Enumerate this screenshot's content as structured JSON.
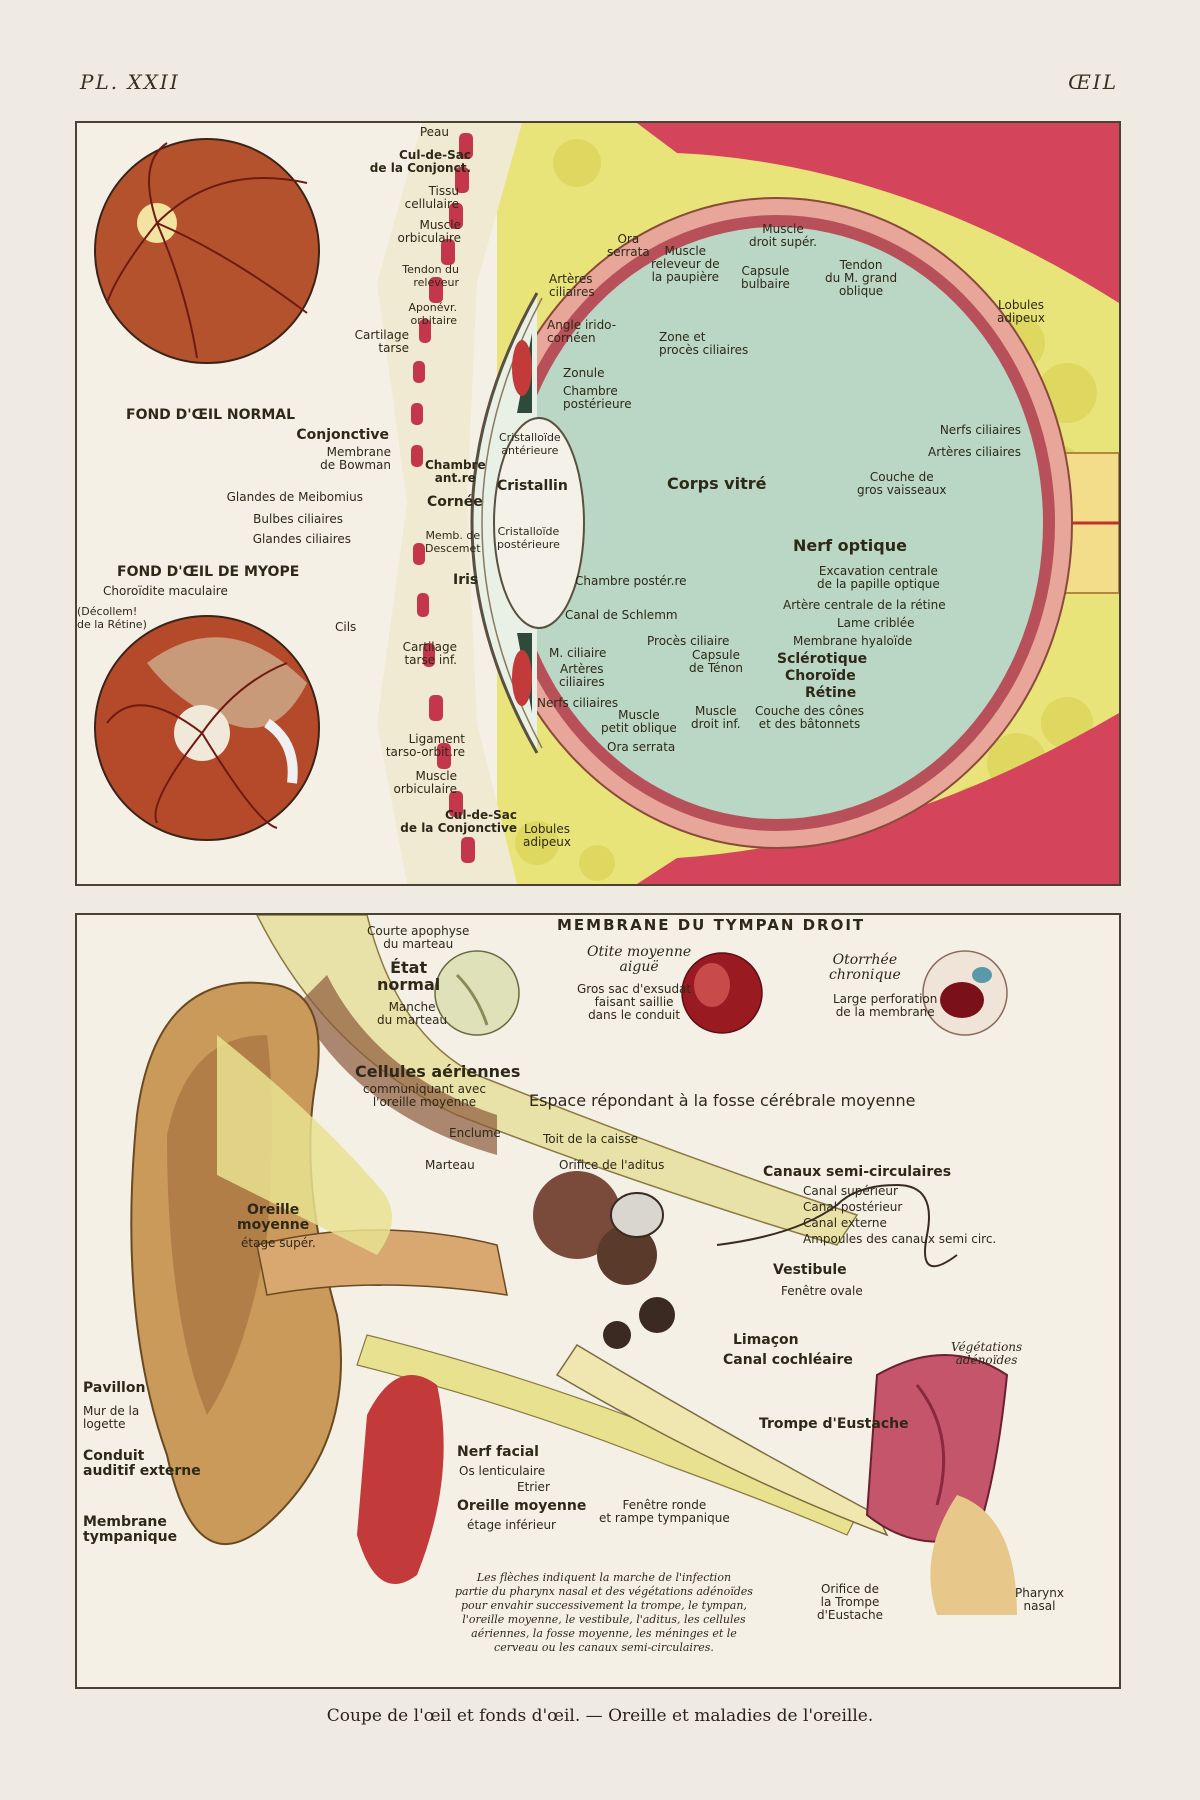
{
  "header": {
    "plate": "PL. XXII",
    "section": "ŒIL"
  },
  "eye": {
    "fundus_normal_title": "FOND D'ŒIL NORMAL",
    "fundus_myope_title": "FOND D'ŒIL DE MYOPE",
    "choroidite": "Choroïdite maculaire",
    "decollement": "(Décollem!\nde la Rétine)",
    "peau": "Peau",
    "cul_de_sac_top": "Cul-de-Sac\nde la Conjonct.",
    "tissu": "Tissu\ncellulaire",
    "muscle_orb_top": "Muscle\norbiculaire",
    "tendon_releveur": "Tendon du\nreleveur",
    "aponevr": "Aponévr.\norbitaire",
    "cartilage_tarse": "Cartilage\ntarse",
    "conjonctive": "Conjonctive",
    "membrane_bowman": "Membrane\nde Bowman",
    "glandes_meibomius": "Glandes de Meibomius",
    "bulbes_ciliaires": "Bulbes ciliaires",
    "glandes_ciliaires": "Glandes ciliaires",
    "cils": "Cils",
    "cartilage_tarse_inf": "Cartilage\ntarse inf.",
    "ligament": "Ligament\ntarso-orbit.re",
    "muscle_orb_bot": "Muscle\norbiculaire",
    "cul_de_sac_bot": "Cul-de-Sac\nde la Conjonctive",
    "chambre_ant": "Chambre\nant.re",
    "cornee": "Cornée",
    "memb_descemet": "Memb. de\nDescemet",
    "iris": "Iris",
    "cristalloide_ant": "Cristalloïde\nantérieure",
    "cristallin": "Cristallin",
    "cristalloide_post": "Cristalloïde\npostérieure",
    "arteres_ciliaires_top": "Artères\nciliaires",
    "ora_serrata_top": "Ora\nserrata",
    "angle_irido": "Angle irido-\ncornéen",
    "zonule": "Zonule",
    "chambre_post_top": "Chambre\npostérieure",
    "muscle_releveur": "Muscle\nreleveur de\nla paupière",
    "capsule_bulbaire": "Capsule\nbulbaire",
    "muscle_droit_sup": "Muscle\ndroit supér.",
    "tendon_grand_oblique": "Tendon\ndu M. grand\noblique",
    "lobules_top": "Lobules\nadipeux",
    "zone_proces": "Zone et\nprocès ciliaires",
    "corps_vitre": "Corps vitré",
    "nerfs_ciliaires_right": "Nerfs ciliaires",
    "arteres_ciliaires_right": "Artères ciliaires",
    "couche_vaisseaux": "Couche de\ngros vaisseaux",
    "nerf_optique": "Nerf optique",
    "excavation": "Excavation centrale\nde la papille optique",
    "artere_centrale": "Artère centrale de la rétine",
    "lame_criblee": "Lame criblée",
    "membrane_hyaloide": "Membrane hyaloïde",
    "sclerotique": "Sclérotique",
    "choroide": "Choroïde",
    "retine": "Rétine",
    "couche_cones": "Couche des cônes\net des bâtonnets",
    "chambre_post_bot": "Chambre postér.re",
    "canal_schlemm": "Canal de Schlemm",
    "m_ciliaire": "M. ciliaire",
    "arteres_ciliaires_bot": "Artères\nciliaires",
    "nerfs_ciliaires_bot": "Nerfs ciliaires",
    "proces_ciliaire": "Procès ciliaire",
    "capsule_tenon": "Capsule\nde Ténon",
    "muscle_petit_oblique": "Muscle\npetit oblique",
    "ora_serrata_bot": "Ora serrata",
    "muscle_droit_inf": "Muscle\ndroit inf.",
    "lobules_bot": "Lobules\nadipeux"
  },
  "ear": {
    "tympan_title": "MEMBRANE DU TYMPAN DROIT",
    "courte_apophyse": "Courte apophyse\ndu marteau",
    "etat_normal": "État\nnormal",
    "manche_marteau": "Manche\ndu marteau",
    "otite": "Otite moyenne\naiguë",
    "gros_sac": "Gros sac d'exsudat\nfaisant saillie\ndans le conduit",
    "otorrhee": "Otorrhée\nchronique",
    "large_perforation": "Large perforation\nde la membrane",
    "cellules_aeriennes": "Cellules aériennes",
    "communiquant": "communiquant avec\nl'oreille moyenne",
    "espace": "Espace répondant à la fosse cérébrale moyenne",
    "enclume": "Enclume",
    "toit_caisse": "Toit de la caisse",
    "marteau": "Marteau",
    "orifice_aditus": "Orifice de l'aditus",
    "canaux_title": "Canaux semi-circulaires",
    "canal_sup": "Canal supérieur",
    "canal_post": "Canal postérieur",
    "canal_ext": "Canal externe",
    "ampoules": "Ampoules des canaux semi circ.",
    "oreille_moyenne_sup": "Oreille\nmoyenne",
    "etage_sup": "étage supér.",
    "vestibule": "Vestibule",
    "fenetre_ovale": "Fenêtre ovale",
    "limacon": "Limaçon",
    "canal_cochleaire": "Canal cochléaire",
    "vegetations": "Végétations\nadénoïdes",
    "pavillon": "Pavillon",
    "mur_logette": "Mur de la\nlogette",
    "conduit": "Conduit\nauditif externe",
    "membrane_tympanique": "Membrane\ntympanique",
    "nerf_facial": "Nerf facial",
    "os_lenticulaire": "Os lenticulaire",
    "etrier": "Etrier",
    "oreille_moyenne_inf": "Oreille moyenne",
    "etage_inf": "étage inférieur",
    "fenetre_ronde": "Fenêtre ronde\net rampe tympanique",
    "trompe": "Trompe d'Eustache",
    "orifice_trompe": "Orifice de\nla Trompe\nd'Eustache",
    "pharynx": "Pharynx\nnasal",
    "note": "Les flèches indiquent la marche de l'infection\npartie du pharynx nasal et des végétations adénoïdes\npour envahir successivement la trompe, le tympan,\nl'oreille moyenne, le vestibule, l'aditus, les cellules\naériennes, la fosse moyenne, les méninges et le\ncerveau ou les canaux semi-circulaires."
  },
  "caption": "Coupe de l'œil et fonds d'œil. — Oreille et maladies de l'oreille."
}
